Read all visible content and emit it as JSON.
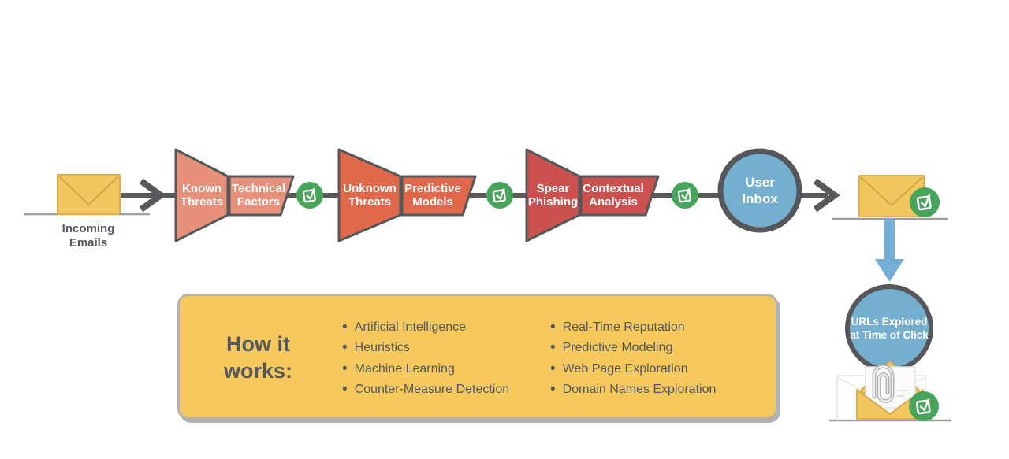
{
  "flow": {
    "incoming_label": "Incoming Emails",
    "stages": [
      {
        "threat": "Known Threats",
        "method": "Technical Factors",
        "color": "#E8917A"
      },
      {
        "threat": "Unknown Threats",
        "method": "Predictive Models",
        "color": "#E1694B"
      },
      {
        "threat": "Spear Phishing",
        "method": "Contextual Analysis",
        "color": "#CB514F"
      }
    ],
    "inbox_label": "User Inbox",
    "urls_label": "URLs Explored at Time of Click"
  },
  "how_it_works": {
    "title": "How it works:",
    "left_items": [
      "Artificial Intelligence",
      "Heuristics",
      "Machine Learning",
      "Counter-Measure Detection"
    ],
    "right_items": [
      "Real-Time Reputation",
      "Predictive Modeling",
      "Web Page Exploration",
      "Domain Names Exploration"
    ]
  },
  "colors": {
    "line": "#58595B",
    "green": "#47A45B",
    "blue": "#74AFD0",
    "blue_arrow": "#74AED6",
    "envelope": "#F3C75F",
    "envelope_border": "#DFAF4E",
    "panel": "#F6C95F",
    "panel_border": "#B3B3B3",
    "text": "#54575B"
  }
}
